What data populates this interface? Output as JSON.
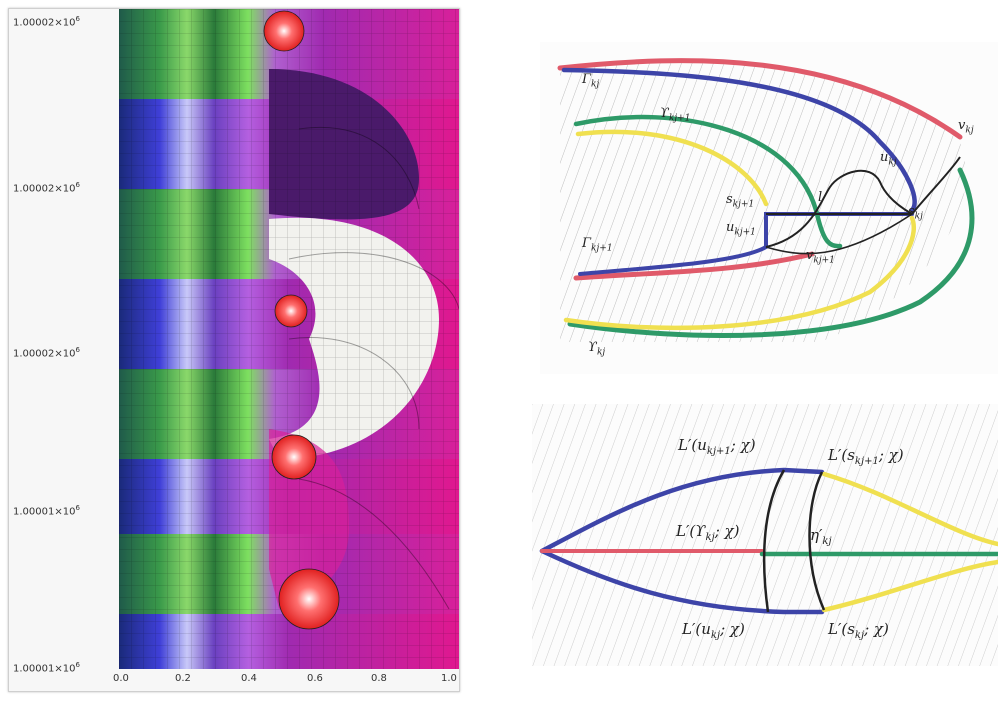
{
  "phase_plot": {
    "y_ticks": [
      {
        "base": "1.00002",
        "exp": "6"
      },
      {
        "base": "1.00002",
        "exp": "6"
      },
      {
        "base": "1.00002",
        "exp": "6"
      },
      {
        "base": "1.00001",
        "exp": "6"
      },
      {
        "base": "1.00001",
        "exp": "6"
      }
    ],
    "x_ticks": [
      "0.0",
      "0.2",
      "0.4",
      "0.6",
      "0.8",
      "1.0"
    ]
  },
  "top_sketch": {
    "labels": {
      "gamma_kj": "Γ",
      "gamma_kj_sub": "kj",
      "upsilon_kj1": "ϒ",
      "upsilon_kj1_sub": "kj+1",
      "s_kj1": "s",
      "s_kj1_sub": "kj+1",
      "u_kj1": "u",
      "u_kj1_sub": "kj+1",
      "gamma_kj1": "Γ",
      "gamma_kj1_sub": "kj+1",
      "l_label": "l",
      "u_kj": "u",
      "u_kj_sub": "kj",
      "v_kj": "v",
      "v_kj_sub": "kj",
      "s_kj": "s",
      "s_kj_sub": "kj",
      "v_kj1": "v",
      "v_kj1_sub": "kj+1",
      "upsilon_kj": "ϒ",
      "upsilon_kj_sub": "kj"
    }
  },
  "bottom_sketch": {
    "labels": {
      "L_u_kj1_pre": "L′(u",
      "L_u_kj1_sub": "kj+1",
      "L_u_kj1_post": "; χ)",
      "L_s_kj1_pre": "L′(s",
      "L_s_kj1_sub": "kj+1",
      "L_s_kj1_post": "; χ)",
      "L_ups_pre": "L′(ϒ",
      "L_ups_sub": "kj",
      "L_ups_post": "; χ)",
      "eta_pre": "η′",
      "eta_sub": "kj",
      "L_u_kj_pre": "L′(u",
      "L_u_kj_sub": "kj",
      "L_u_kj_post": "; χ)",
      "L_s_kj_pre": "L′(s",
      "L_s_kj_sub": "kj",
      "L_s_kj_post": "; χ)"
    }
  },
  "colors": {
    "red": "#e05a6a",
    "blue": "#3d44a8",
    "green": "#2e9a68",
    "yellow": "#f0e050",
    "black": "#222222",
    "magenta": "#e0188f",
    "purple": "#7a1f8f"
  }
}
